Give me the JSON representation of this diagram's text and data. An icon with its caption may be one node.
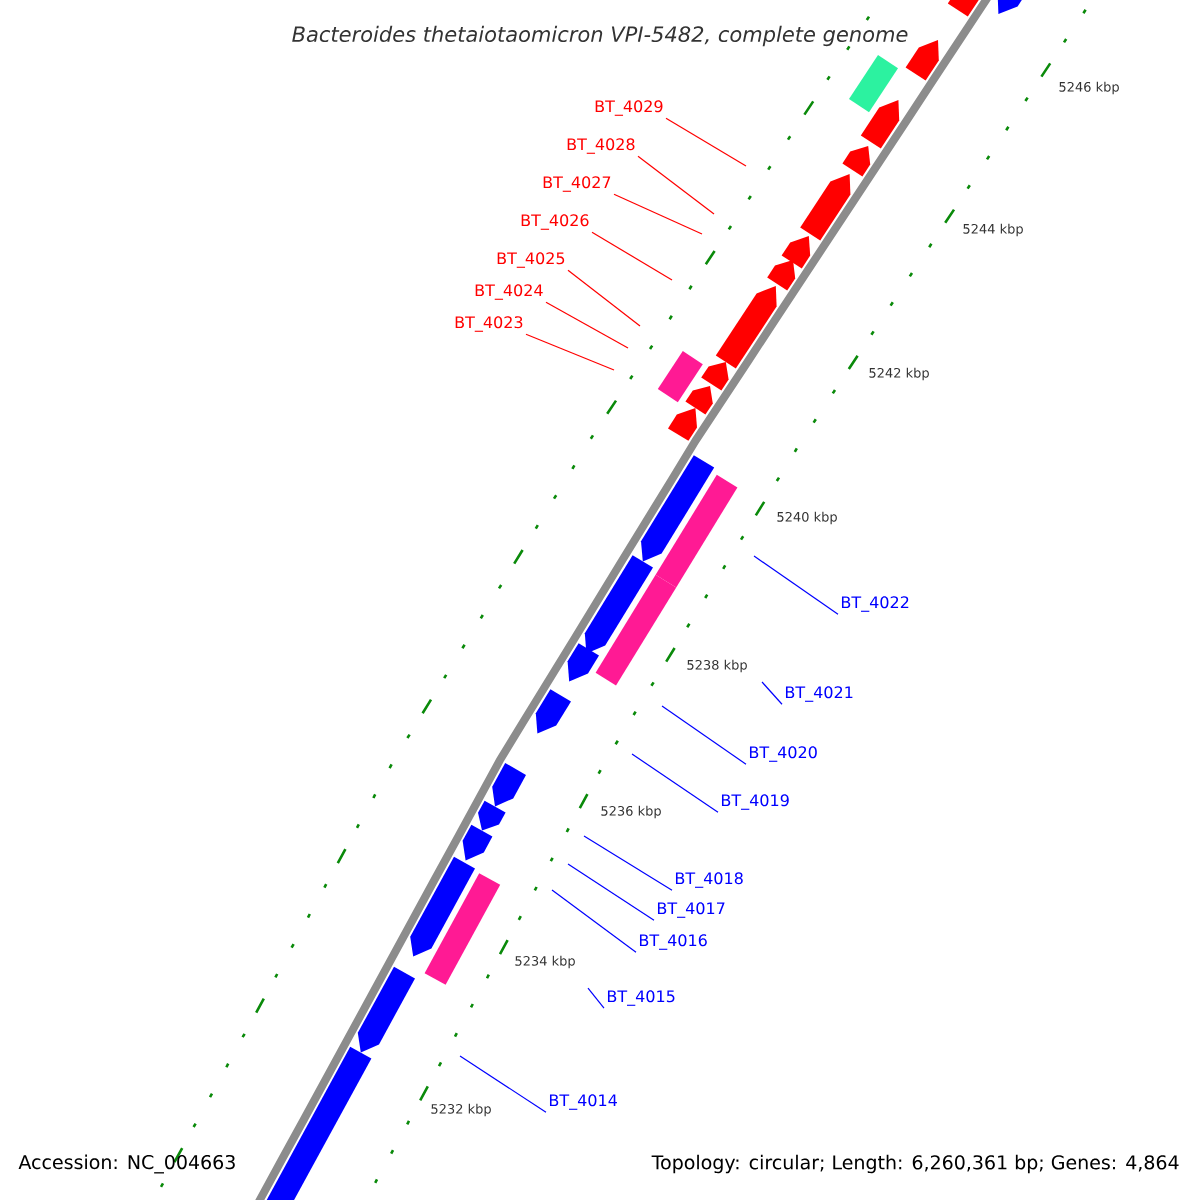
{
  "diagram": {
    "title": "Bacteroides thetaiotaomicron VPI-5482, complete genome",
    "nodes": [
      {
        "text": [
          "BT_4029"
        ]
      },
      {
        "text": [
          "BT_4028"
        ]
      },
      {
        "text": [
          "BT_4027"
        ]
      },
      {
        "text": [
          "BT_4026"
        ]
      },
      {
        "text": [
          "BT_4025"
        ]
      },
      {
        "text": [
          "BT_4024"
        ]
      },
      {
        "text": [
          "BT_4023"
        ]
      },
      {
        "text": [
          "BT_4022"
        ]
      },
      {
        "text": [
          "BT_4021"
        ]
      },
      {
        "text": [
          "BT_4020"
        ]
      },
      {
        "text": [
          "BT_4019"
        ]
      },
      {
        "text": [
          "BT_4018"
        ]
      },
      {
        "text": [
          "BT_4017"
        ]
      },
      {
        "text": [
          "BT_4016"
        ]
      },
      {
        "text": [
          "BT_4015"
        ]
      },
      {
        "text": [
          "BT_4014"
        ]
      }
    ],
    "edges": [
      {
        "from": 0,
        "to": null,
        "arrow": "none",
        "color": "#ff0000"
      },
      {
        "from": 1,
        "to": null,
        "arrow": "none",
        "color": "#ff0000"
      },
      {
        "from": 2,
        "to": null,
        "arrow": "none",
        "color": "#ff0000"
      },
      {
        "from": 3,
        "to": null,
        "arrow": "none",
        "color": "#ff0000"
      },
      {
        "from": 4,
        "to": null,
        "arrow": "none",
        "color": "#ff0000"
      },
      {
        "from": 5,
        "to": null,
        "arrow": "none",
        "color": "#ff0000"
      },
      {
        "from": 6,
        "to": null,
        "arrow": "none",
        "color": "#ff0000"
      },
      {
        "from": 7,
        "to": null,
        "arrow": "none"
      },
      {
        "from": 8,
        "to": null,
        "arrow": "none"
      },
      {
        "from": 9,
        "to": null,
        "arrow": "none"
      },
      {
        "from": 10,
        "to": null,
        "arrow": "none"
      },
      {
        "from": 11,
        "to": null,
        "arrow": "none"
      },
      {
        "from": 12,
        "to": null,
        "arrow": "none"
      },
      {
        "from": 13,
        "to": null,
        "arrow": "none"
      },
      {
        "from": 14,
        "to": null,
        "arrow": "none"
      },
      {
        "from": 15,
        "to": null,
        "arrow": "none"
      }
    ],
    "labels": [
      "5246 kbp",
      "5244 kbp",
      "5242 kbp",
      "5240 kbp",
      "5238 kbp",
      "5236 kbp",
      "5234 kbp",
      "5232 kbp",
      "Accession: NC_004663",
      "Topology: circular; Length: 6,260,361 bp; Genes: 4,864"
    ]
  }
}
